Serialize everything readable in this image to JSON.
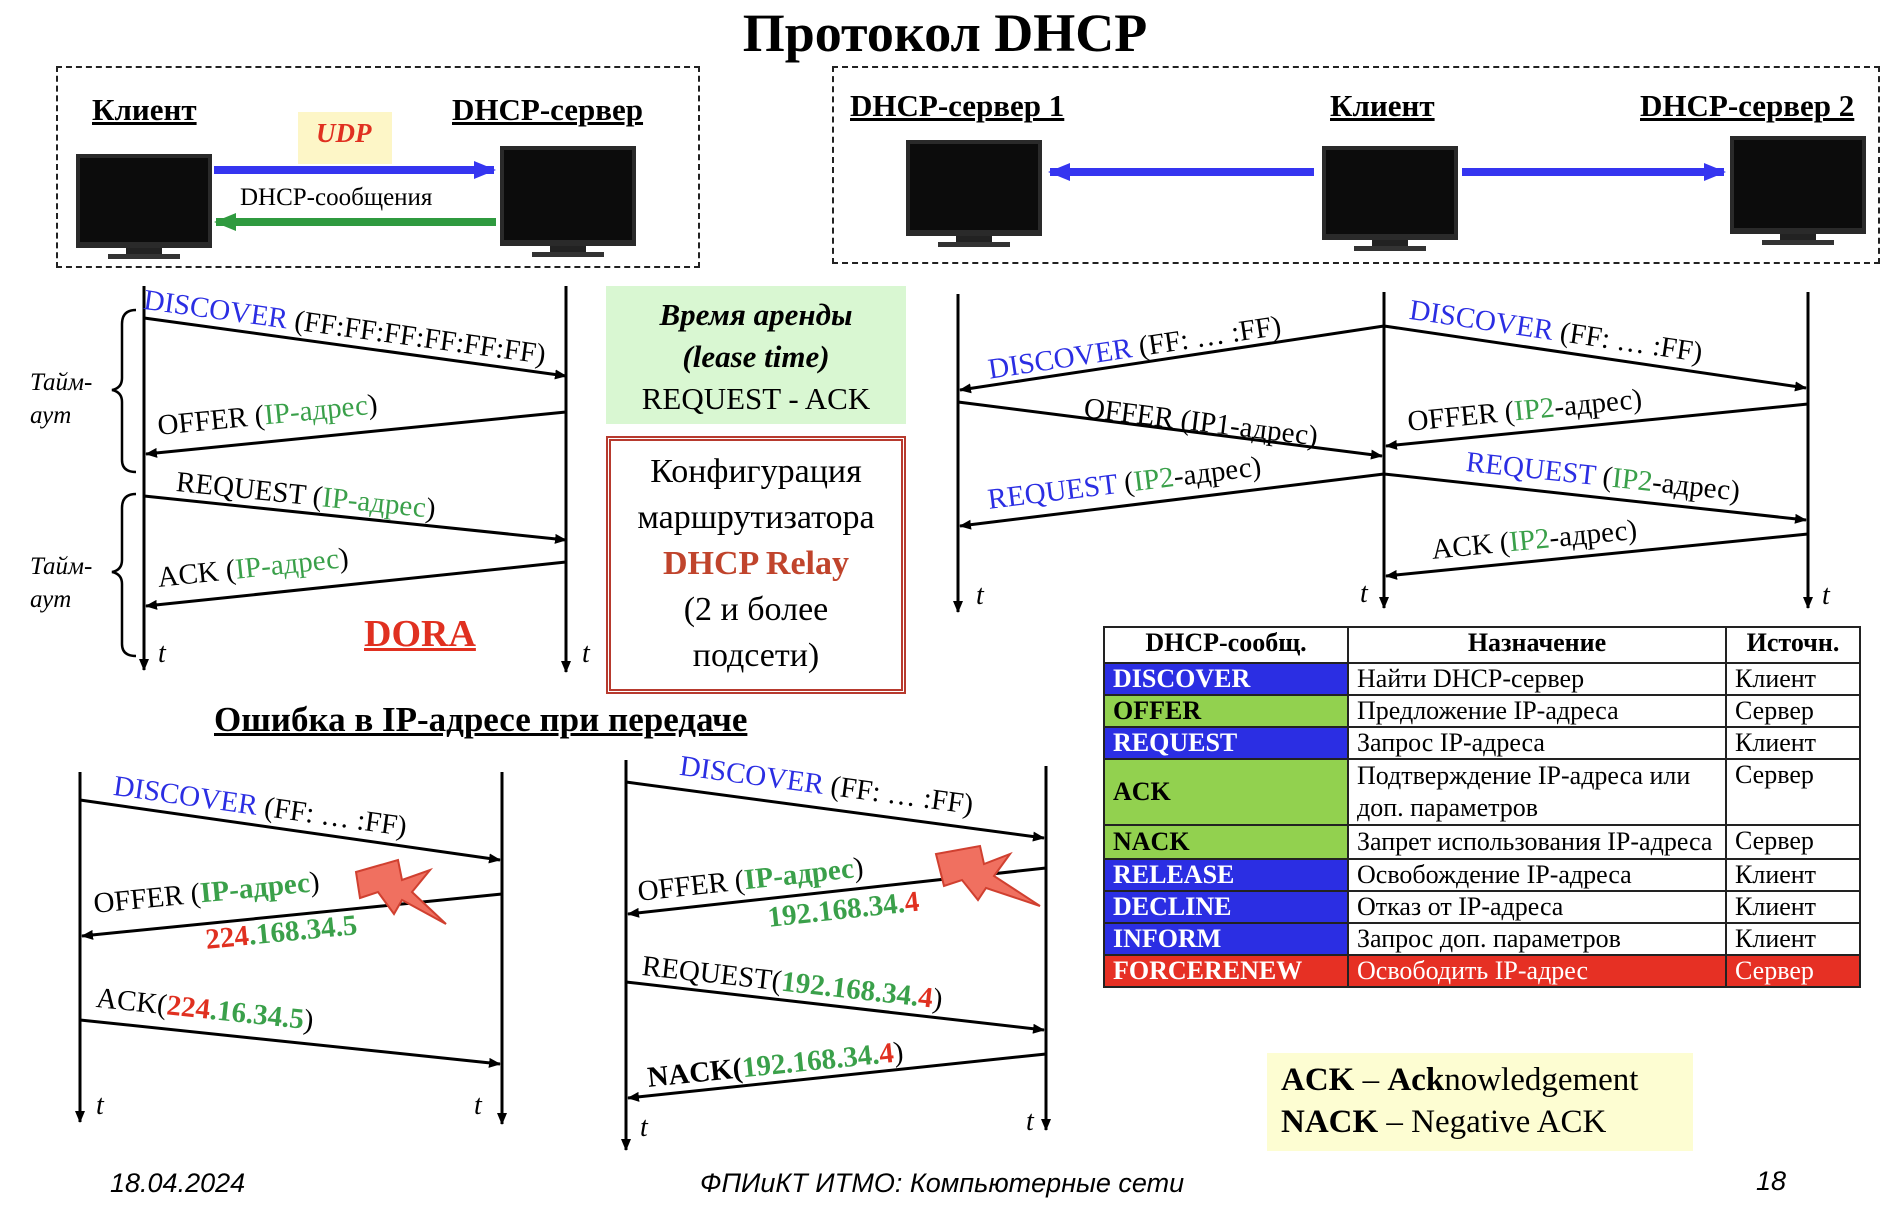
{
  "title": "Протокол DHCP",
  "top_left": {
    "client_label": "Клиент",
    "server_label": "DHCP-сервер",
    "udp_label": "UDP",
    "messages_label": "DHCP-сообщения"
  },
  "top_right": {
    "server1_label": "DHCP-сервер 1",
    "client_label": "Клиент",
    "server2_label": "DHCP-сервер 2"
  },
  "dora_diagram": {
    "discover": "DISCOVER",
    "discover_arg": "(FF:FF:FF:FF:FF:FF)",
    "offer": "OFFER (",
    "offer_ip": "IP-адрес",
    "offer_close": ")",
    "request": "REQUEST (",
    "request_ip": "IP-адрес",
    "request_close": ")",
    "ack": "ACK (",
    "ack_ip": "IP-адрес",
    "ack_close": ")",
    "timeout_1": "Тайм-",
    "timeout_2": "аут",
    "t": "t",
    "dora": "DORA"
  },
  "lease_box": {
    "line1": "Время аренды",
    "line2": "(lease time)",
    "line3": "REQUEST - ACK"
  },
  "relay_box": {
    "line1": "Конфигурация",
    "line2": "маршрутизатора",
    "line3": "DHCP Relay",
    "line4": "(2 и более",
    "line5": "подсети)"
  },
  "two_servers_diagram": {
    "discover_left": "DISCOVER",
    "discover_left_arg": "(FF: … :FF)",
    "discover_right": "DISCOVER",
    "discover_right_arg": "(FF: … :FF)",
    "offer1": "OFFER (IP1-адрес)",
    "offer2_a": "OFFER (",
    "offer2_ip": "IP2",
    "offer2_b": "-адрес)",
    "request_left": "REQUEST",
    "request_left_a": "(",
    "request_left_ip": "IP2",
    "request_left_b": "-адрес)",
    "request_right": "REQUEST",
    "request_right_a": "(",
    "request_right_ip": "IP2",
    "request_right_b": "-адрес)",
    "ack_a": "ACK (",
    "ack_ip": "IP2",
    "ack_b": "-адрес)",
    "t": "t"
  },
  "error_section": {
    "title": "Ошибка в IP-адресе при передаче",
    "left": {
      "discover": "DISCOVER",
      "discover_arg": "(FF: … :FF)",
      "offer_a": "OFFER (",
      "offer_ip": "IP-адрес",
      "offer_b": ")",
      "addr_bad": "224",
      "addr_rest": ".168.34.5",
      "ack_a": "ACK(",
      "ack_bad": "224",
      "ack_rest": ".16.34.5",
      "ack_b": ")",
      "t": "t"
    },
    "right": {
      "discover": "DISCOVER",
      "discover_arg": "(FF: … :FF)",
      "offer_a": "OFFER (",
      "offer_ip": "IP-адрес",
      "offer_b": ")",
      "addr_main": "192.168.34.",
      "addr_bad": "4",
      "request_a": "REQUEST(",
      "request_main": "192.168.34.",
      "request_bad": "4",
      "request_b": ")",
      "nack_a": "NACK(",
      "nack_main": "192.168.34.",
      "nack_bad": "4",
      "nack_b": ")",
      "t": "t"
    }
  },
  "table": {
    "headers": [
      "DHCP-сообщ.",
      "Назначение",
      "Источн."
    ],
    "rows": [
      {
        "msg": "DISCOVER",
        "purpose": "Найти DHCP-сервер",
        "source": "Клиент",
        "style": "blue"
      },
      {
        "msg": "OFFER",
        "purpose": "Предложение IP-адреса",
        "source": "Сервер",
        "style": "green"
      },
      {
        "msg": "REQUEST",
        "purpose": "Запрос IP-адреса",
        "source": "Клиент",
        "style": "blue"
      },
      {
        "msg": "ACK",
        "purpose": "Подтверждение IP-адреса или доп. параметров",
        "source": "Сервер",
        "style": "green"
      },
      {
        "msg": "NACK",
        "purpose": "Запрет использования IP-адреса",
        "source": "Сервер",
        "style": "green"
      },
      {
        "msg": "RELEASE",
        "purpose": "Освобождение IP-адреса",
        "source": "Клиент",
        "style": "blue"
      },
      {
        "msg": "DECLINE",
        "purpose": "Отказ от IP-адреса",
        "source": "Клиент",
        "style": "blue"
      },
      {
        "msg": "INFORM",
        "purpose": "Запрос доп. параметров",
        "source": "Клиент",
        "style": "blue"
      },
      {
        "msg": "FORCERENEW",
        "purpose": "Освободить IP-адрес",
        "source": "Сервер",
        "style": "red"
      }
    ]
  },
  "legend": {
    "ack_abbr": "ACK",
    "ack_dash": " – ",
    "ack_bold": "Ack",
    "ack_rest": "nowledgement",
    "nack_abbr": "NACK",
    "nack_dash": " – ",
    "nack_rest": "Negative ACK"
  },
  "footer": {
    "date": "18.04.2024",
    "course": "ФПИиКТ ИТМО: Компьютерные сети",
    "page": "18"
  },
  "colors": {
    "blue_msg": "#2b2ee3",
    "green_ip": "#3aa04a",
    "red_accent": "#e03020",
    "arrow_blue": "#3535f0",
    "arrow_green": "#2f9a3f"
  }
}
